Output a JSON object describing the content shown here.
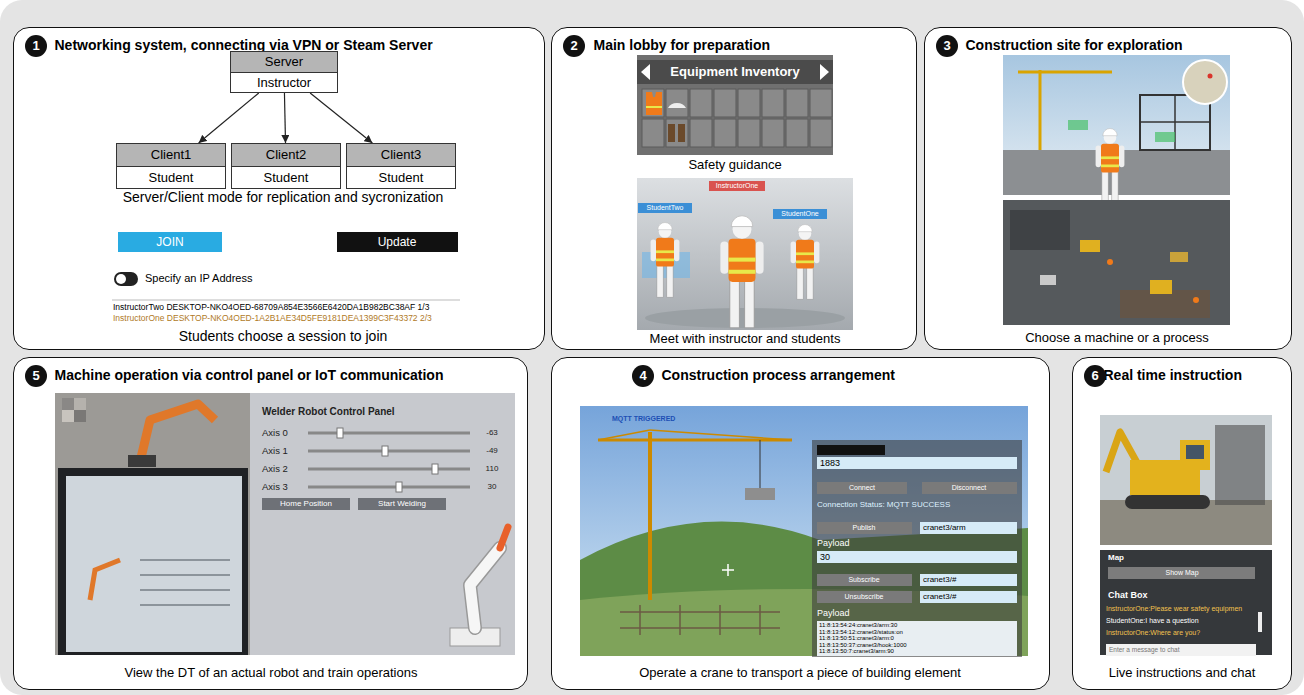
{
  "diagram": {
    "nodes": [
      {
        "text": [
          "Networking system, connecting via VPN or Steam Server"
        ]
      },
      {
        "text": [
          "1"
        ],
        "in": 0
      },
      {
        "text": [
          "Server",
          "Instructor"
        ],
        "in": 0
      },
      {
        "text": [
          "Client1",
          "Student"
        ],
        "in": 0
      },
      {
        "text": [
          "Client2",
          "Student"
        ],
        "in": 0
      },
      {
        "text": [
          "Client3",
          "Student"
        ],
        "in": 0
      },
      {
        "text": [
          "Main lobby for preparation"
        ]
      },
      {
        "text": [
          "2"
        ],
        "in": 6
      },
      {
        "text": [
          "Construction site for exploration"
        ]
      },
      {
        "text": [
          "3"
        ],
        "in": 8
      },
      {
        "text": [
          "Machine operation via control panel or IoT communication"
        ]
      },
      {
        "text": [
          "5"
        ],
        "in": 10
      },
      {
        "text": [
          "Construction process arrangement"
        ]
      },
      {
        "text": [
          "4"
        ],
        "in": 12
      },
      {
        "text": [
          "Real time instruction"
        ]
      },
      {
        "text": [
          "6"
        ],
        "in": 14
      }
    ],
    "edges": [
      {
        "from": 2,
        "to": 3,
        "arrow": "to"
      },
      {
        "from": 2,
        "to": 4,
        "arrow": "to"
      },
      {
        "from": 2,
        "to": 5,
        "arrow": "to"
      }
    ],
    "labels": [
      "Server/Client mode for replication and sycronization",
      "JOIN",
      "Update",
      "Specify an IP Address",
      "InstructorTwo DESKTOP-NKO4OED-68709A854E3566E6420DA1B982BC38AF 1/3",
      "InstructorOne DESKTOP-NKO4OED-1A2B1AE34D5FE9181DEA1399C3F43372 2/3",
      "Students choose a session to join",
      "Equipment Inventory",
      "Safety guidance",
      "InstructorOne",
      "StudentTwo",
      "StudentOne",
      "Meet with instructor and students",
      "Choose a machine or a process",
      "Welder Robot Control Panel",
      "Axis 0",
      "Axis 1",
      "Axis 2",
      "Axis 3",
      "-63",
      "-49",
      "110",
      "30",
      "Home Position",
      "Start Welding",
      "View the DT of an actual robot and train operations",
      "MQTT TRIGGERED",
      "1883",
      "Connect",
      "Disconnect",
      "Connection Status: MQTT SUCCESS",
      "Publish",
      "cranet3/arm",
      "Payload",
      "30",
      "Subscribe",
      "cranet3/#",
      "Unsubscribe",
      "cranet3/#",
      "Payload",
      "11:8:13:54:24:cranet3/arm:30",
      "11:8:13:54:12:cranet3/status:on",
      "11:8:13:50:51:cranet3/arm:0",
      "11:8:13:50:37:cranet3/hook:1000",
      "11:8:13:50:7:cranet3/arm:90",
      "Operate a crane to transport a piece of building element",
      "Map",
      "Show Map",
      "Chat Box",
      "InstructorOne:Please wear safety equipmen",
      "StudentOne:I have a question",
      "InstructorOne:Where are you?",
      "Enter a message to chat",
      "Live instructions and chat"
    ]
  }
}
